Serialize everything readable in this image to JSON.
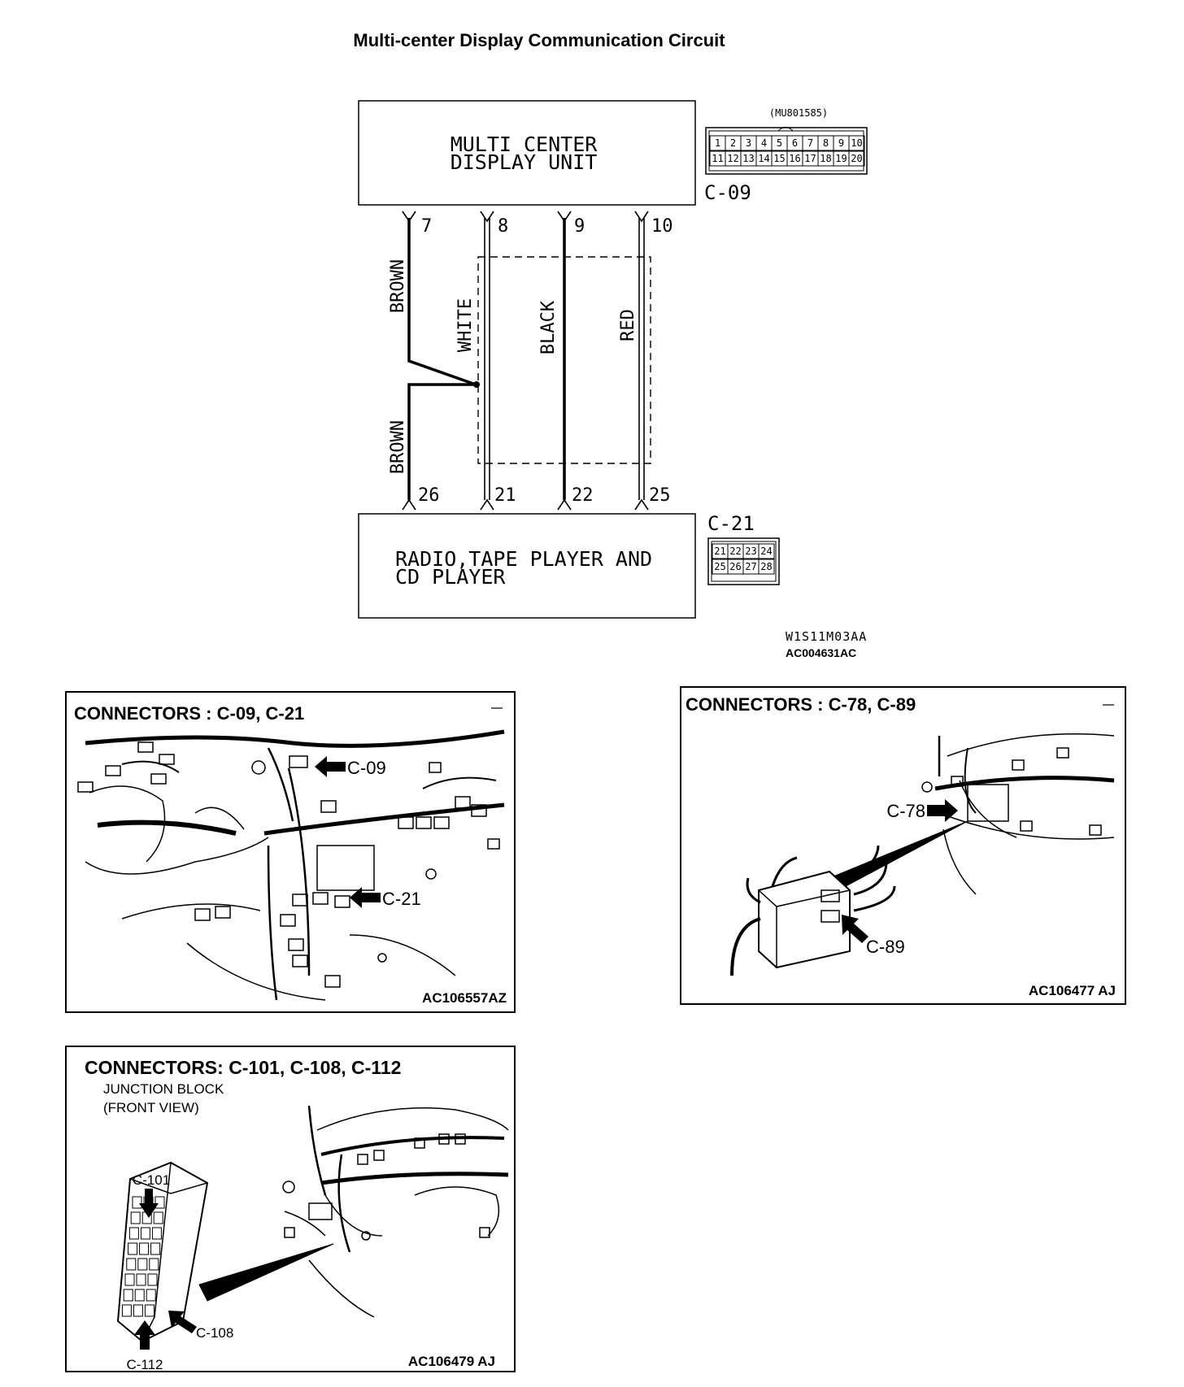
{
  "page": {
    "title": "Multi-center Display Communication Circuit"
  },
  "schematic": {
    "top_unit": {
      "line1": "MULTI CENTER",
      "line2": "DISPLAY UNIT",
      "connector_id": "C-09",
      "part_number": "(MU801585)",
      "pins_row1": [
        "1",
        "2",
        "3",
        "4",
        "5",
        "6",
        "7",
        "8",
        "9",
        "10"
      ],
      "pins_row2": [
        "11",
        "12",
        "13",
        "14",
        "15",
        "16",
        "17",
        "18",
        "19",
        "20"
      ]
    },
    "bottom_unit": {
      "line1": "RADIO,TAPE PLAYER AND",
      "line2": "CD PLAYER",
      "connector_id": "C-21",
      "pins_row1": [
        "21",
        "22",
        "23",
        "24"
      ],
      "pins_row2": [
        "25",
        "26",
        "27",
        "28"
      ]
    },
    "top_pins": [
      "7",
      "8",
      "9",
      "10"
    ],
    "bottom_pins": [
      "26",
      "21",
      "22",
      "25"
    ],
    "wire_colors": {
      "brown_upper": "BROWN",
      "brown_lower": "BROWN",
      "white": "WHITE",
      "black": "BLACK",
      "red": "RED"
    },
    "code1": "W1S11M03AA",
    "code2": "AC004631AC"
  },
  "panels": {
    "p1": {
      "title": "CONNECTORS : C-09, C-21",
      "callout1": "C-09",
      "callout2": "C-21",
      "code": "AC106557AZ"
    },
    "p2": {
      "title": "CONNECTORS : C-78, C-89",
      "callout1": "C-78",
      "callout2": "C-89",
      "code": "AC106477 AJ"
    },
    "p3": {
      "title": "CONNECTORS: C-101, C-108, C-112",
      "subtitle1": "JUNCTION BLOCK",
      "subtitle2": "(FRONT VIEW)",
      "callout1": "C-101",
      "callout2": "C-108",
      "callout3": "C-112",
      "code": "AC106479 AJ"
    }
  }
}
